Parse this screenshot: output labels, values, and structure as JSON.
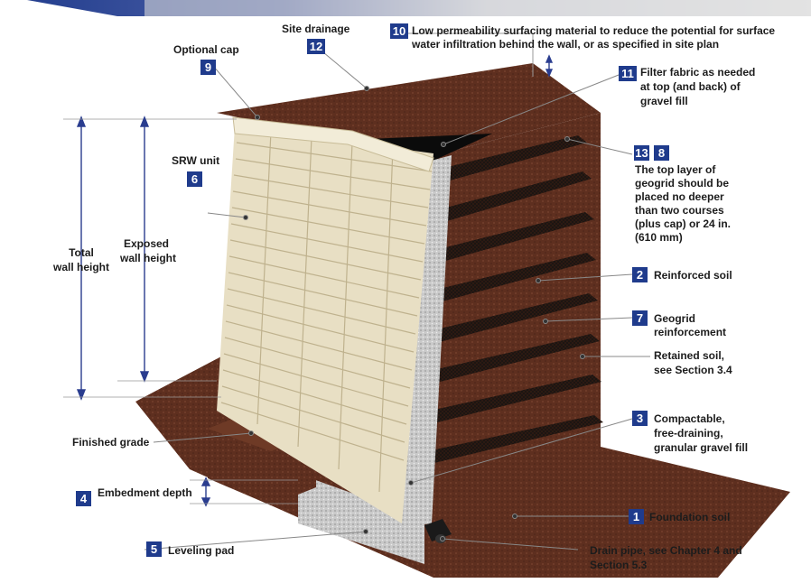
{
  "colors": {
    "badge": "#1f3b8c",
    "soil": "#5a2e1e",
    "wall_block": "#ebe3cc",
    "gravel": "#c8c8c8",
    "dimension_line": "#2a3d8f"
  },
  "labels": {
    "foundation_soil": {
      "num": "1",
      "text": "Foundation soil"
    },
    "reinforced_soil": {
      "num": "2",
      "text": "Reinforced soil"
    },
    "gravel_fill": {
      "num": "3",
      "line1": "Compactable,",
      "line2": "free-draining,",
      "line3": "granular gravel fill"
    },
    "embedment_depth": {
      "num": "4",
      "text": "Embedment depth"
    },
    "leveling_pad": {
      "num": "5",
      "text": "Leveling pad"
    },
    "srw_unit": {
      "num": "6",
      "text": "SRW unit"
    },
    "geogrid": {
      "num": "7",
      "line1": "Geogrid",
      "line2": "reinforcement"
    },
    "top_layer_note": {
      "num_a": "13",
      "num_b": "8",
      "line1": "The top layer of",
      "line2": "geogrid should be",
      "line3": "placed no deeper",
      "line4": "than two courses",
      "line5": "(plus cap) or 24 in.",
      "line6": "(610 mm)"
    },
    "optional_cap": {
      "num": "9",
      "text": "Optional cap"
    },
    "surfacing": {
      "num": "10",
      "line1": "Low permeability surfacing material to reduce the potential for surface",
      "line2": "water infiltration behind the wall, or as specified in site plan"
    },
    "filter_fabric": {
      "num": "11",
      "line1": "Filter fabric as needed",
      "line2": "at top (and back) of",
      "line3": "gravel fill"
    },
    "site_drainage": {
      "num": "12",
      "text": "Site drainage"
    },
    "retained_soil": {
      "line1": "Retained soil,",
      "line2": "see Section 3.4"
    },
    "drain_pipe": {
      "line1": "Drain pipe, see Chapter 4 and",
      "line2": "Section 5.3"
    },
    "finished_grade": {
      "text": "Finished grade"
    },
    "total_height": {
      "line1": "Total",
      "line2": "wall height"
    },
    "exposed_height": {
      "line1": "Exposed",
      "line2": "wall height"
    }
  }
}
